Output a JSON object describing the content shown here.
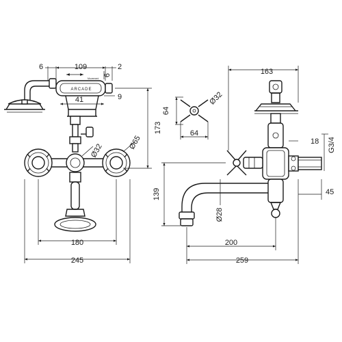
{
  "brand_label": "ARCADE",
  "handset_note": "Movement",
  "dimensions": {
    "d6_left": "6",
    "d109": "109",
    "d2": "2",
    "d6_vert": "6",
    "d41": "41",
    "d9": "9",
    "d173": "173",
    "dia32_front": "Ø32",
    "dia65": "Ø65",
    "d180": "180",
    "d245": "245",
    "d64_vert": "64",
    "d64_horiz": "64",
    "dia32_detail": "Ø32",
    "d163": "163",
    "d18": "18",
    "g34": "G3/4",
    "d45": "45",
    "d139": "139",
    "dia28": "Ø28",
    "d200": "200",
    "d259": "259"
  }
}
